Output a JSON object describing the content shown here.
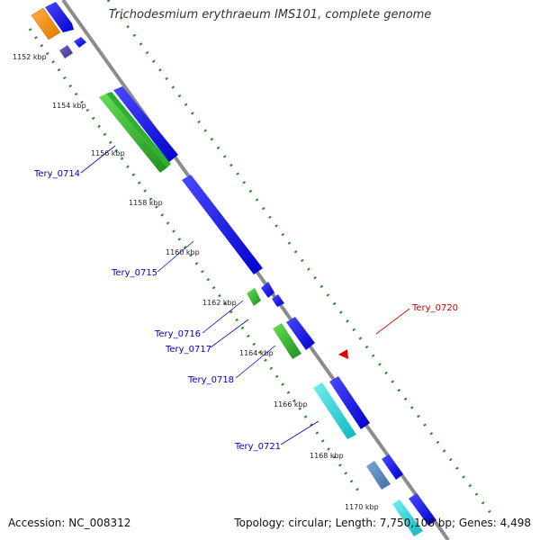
{
  "title": "Trichodesmium erythraeum IMS101, complete genome",
  "footer": {
    "accession": "Accession: NC_008312",
    "summary": "Topology: circular; Length: 7,750,108 bp; Genes: 4,498"
  },
  "colors": {
    "backbone": "#8c8c8c",
    "tick": "#228b22",
    "gene_label": "#0000cc",
    "highlight_label": "#cc0000"
  },
  "scale_labels": [
    "1152 kbp",
    "1154 kbp",
    "1156 kbp",
    "1158 kbp",
    "1160 kbp",
    "1162 kbp",
    "1164 kbp",
    "1166 kbp",
    "1168 kbp",
    "1170 kbp"
  ],
  "gene_labels": [
    "Tery_0714",
    "Tery_0715",
    "Tery_0716",
    "Tery_0717",
    "Tery_0718",
    "Tery_0720",
    "Tery_0721"
  ]
}
